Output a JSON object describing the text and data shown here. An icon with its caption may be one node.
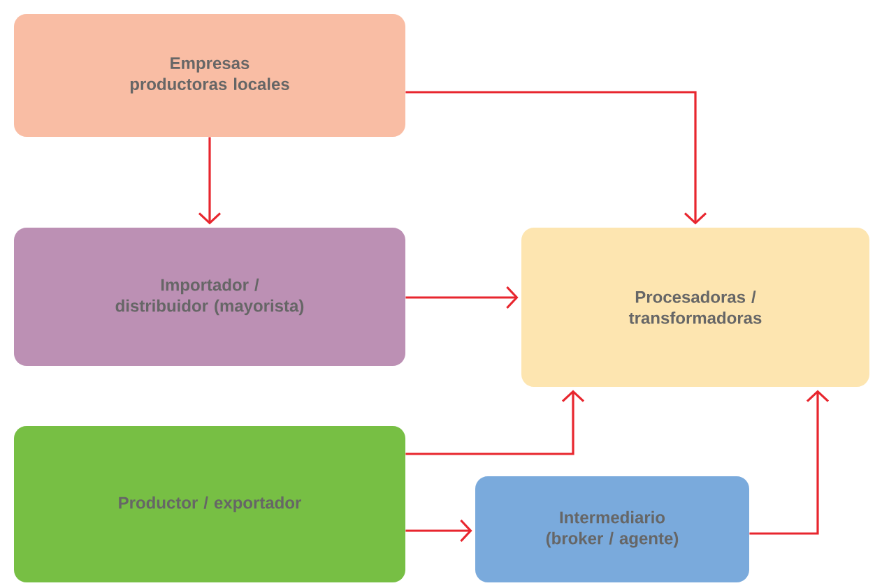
{
  "diagram": {
    "nodes": [
      {
        "text": [
          "Empresas productoras locales"
        ]
      },
      {
        "text": [
          "Importador / distribuidor (mayorista)"
        ]
      },
      {
        "text": [
          "Procesadoras / transformadoras"
        ]
      },
      {
        "text": [
          "Productor / exportador"
        ]
      },
      {
        "text": [
          "Intermediario (broker / agente)"
        ]
      }
    ],
    "edges": [
      {
        "from": 0,
        "to": 1,
        "arrow": "to"
      },
      {
        "from": 0,
        "to": 2,
        "arrow": "to"
      },
      {
        "from": 1,
        "to": 2,
        "arrow": "to"
      },
      {
        "from": 3,
        "to": 2,
        "arrow": "to"
      },
      {
        "from": 3,
        "to": 4,
        "arrow": "to"
      },
      {
        "from": 4,
        "to": 2,
        "arrow": "to"
      }
    ]
  }
}
